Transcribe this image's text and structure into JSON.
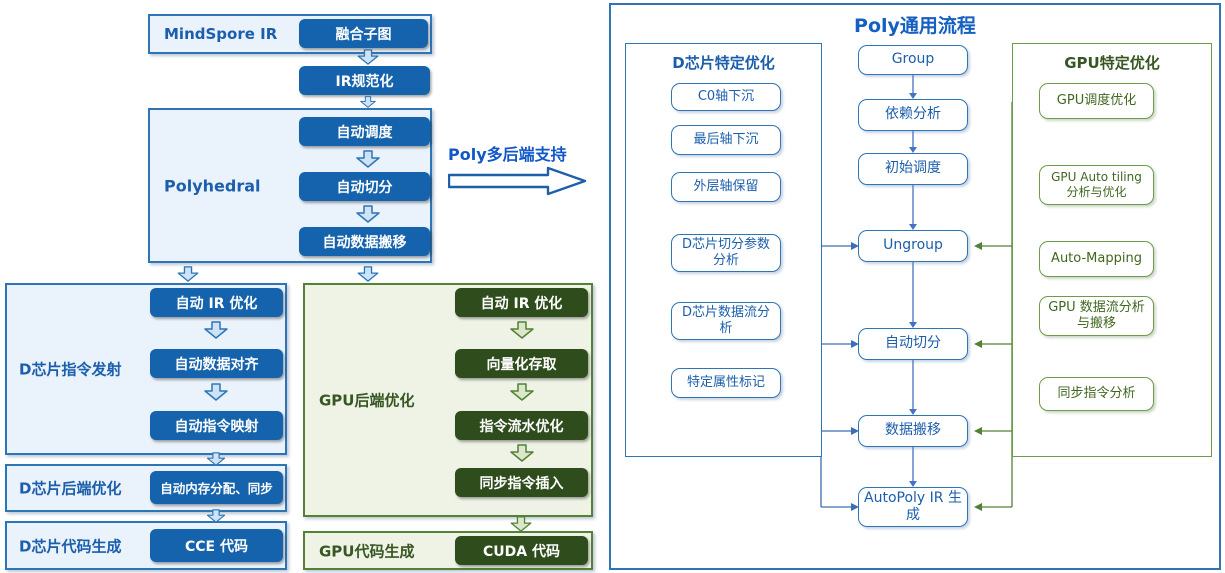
{
  "left_flow": {
    "mindspore": {
      "label": "MindSpore IR",
      "box": "融合子图"
    },
    "ir_norm": "IR规范化",
    "polyhedral": {
      "label": "Polyhedral",
      "steps": [
        "自动调度",
        "自动切分",
        "自动数据搬移"
      ]
    },
    "poly_backend_support": "Poly多后端支持",
    "d_issue": {
      "label": "D芯片指令发射",
      "steps": [
        "自动 IR 优化",
        "自动数据对齐",
        "自动指令映射"
      ]
    },
    "d_backend": {
      "label": "D芯片后端优化",
      "box": "自动内存分配、同步"
    },
    "d_codegen": {
      "label": "D芯片代码生成",
      "box": "CCE 代码"
    },
    "gpu_backend": {
      "label": "GPU后端优化",
      "steps": [
        "自动 IR 优化",
        "向量化存取",
        "指令流水优化",
        "同步指令插入"
      ]
    },
    "gpu_codegen": {
      "label": "GPU代码生成",
      "box": "CUDA 代码"
    }
  },
  "right_panel": {
    "title": "Poly通用流程",
    "d_column": {
      "title": "D芯片特定优化",
      "items": [
        "C0轴下沉",
        "最后轴下沉",
        "外层轴保留",
        "D芯片切分参数分析",
        "D芯片数据流分析",
        "特定属性标记"
      ]
    },
    "main_flow": [
      "Group",
      "依赖分析",
      "初始调度",
      "Ungroup",
      "自动切分",
      "数据搬移",
      "AutoPoly IR 生成"
    ],
    "gpu_column": {
      "title": "GPU特定优化",
      "items": [
        "GPU调度优化",
        "GPU Auto tiling 分析与优化",
        "Auto-Mapping",
        "GPU 数据流分析与搬移",
        "同步指令分析"
      ]
    }
  },
  "colors": {
    "dark_blue_box": "#1463ac",
    "light_blue_bg": "#eaf2fb",
    "blue_border": "#2e75b6",
    "blue_text": "#1b5eab",
    "title_blue": "#1460c0",
    "dark_green_box": "#2f4d1c",
    "light_green_bg": "#eef3e6",
    "green_border": "#538135",
    "green_text": "#375623",
    "connector_blue": "#4472c4",
    "connector_green": "#538135"
  }
}
